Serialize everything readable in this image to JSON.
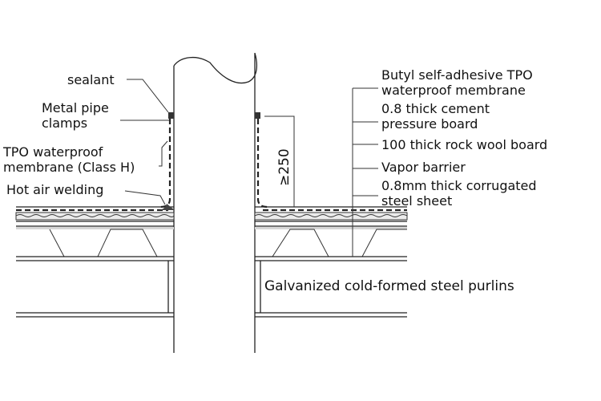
{
  "labels": {
    "sealant": "sealant",
    "metal_pipe_clamps_1": "Metal pipe",
    "metal_pipe_clamps_2": "clamps",
    "tpo_membrane_1": "TPO waterproof",
    "tpo_membrane_2": "membrane (Class H)",
    "hot_air_welding": "Hot air welding",
    "butyl_1": "Butyl self-adhesive TPO",
    "butyl_2": "waterproof membrane",
    "cement_board_1": "0.8 thick cement",
    "cement_board_2": "pressure board",
    "rock_wool": "100 thick rock wool board",
    "vapor_barrier": "Vapor barrier",
    "steel_sheet_1": "0.8mm thick corrugated",
    "steel_sheet_2": "steel sheet",
    "purlins": "Galvanized cold-formed steel purlins",
    "dimension": "≥250"
  }
}
